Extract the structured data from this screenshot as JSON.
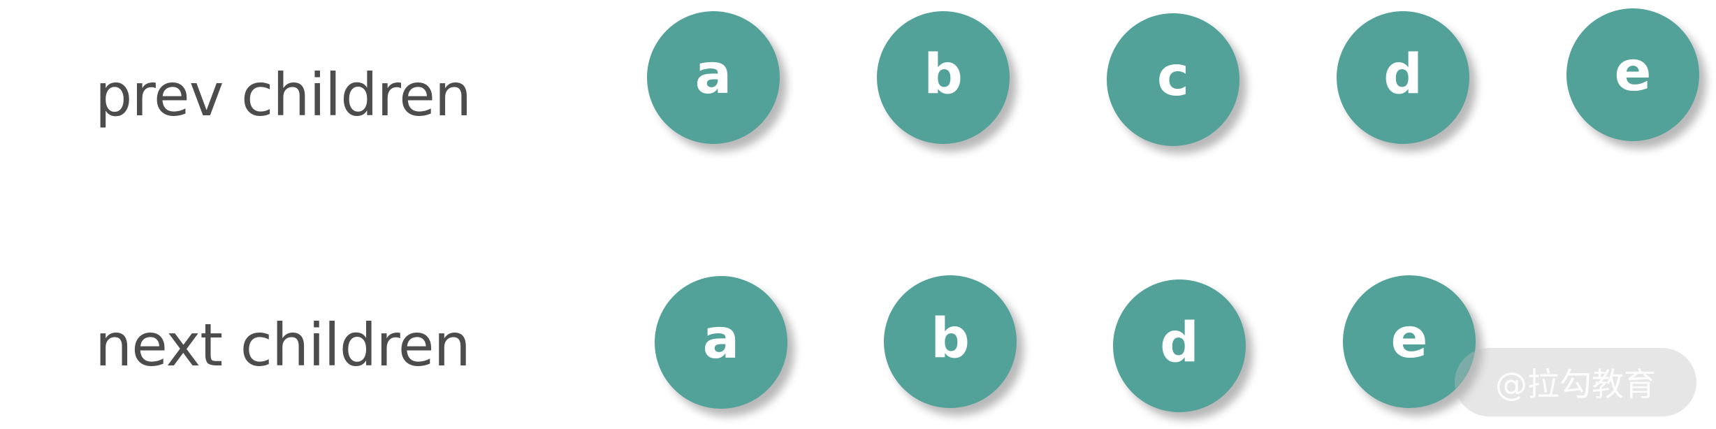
{
  "prev": {
    "label": "prev children",
    "nodes": [
      "a",
      "b",
      "c",
      "d",
      "e"
    ]
  },
  "next": {
    "label": "next children",
    "nodes": [
      "a",
      "b",
      "d",
      "e"
    ]
  },
  "watermark": "@拉勾教育",
  "colors": {
    "node_fill": "#53a29a",
    "node_text": "#ffffff",
    "label_text": "#4c4c4c",
    "background": "#ffffff"
  }
}
